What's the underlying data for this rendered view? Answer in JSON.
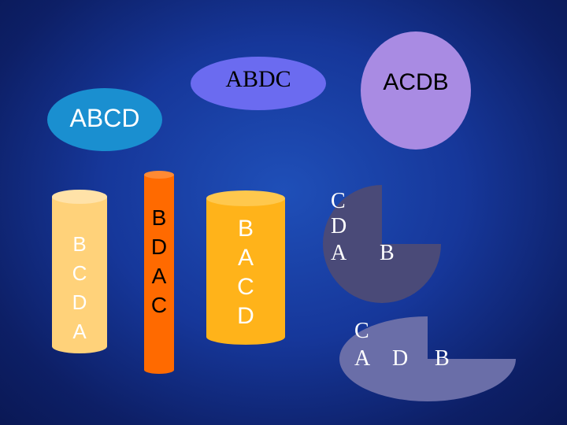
{
  "ellipses": {
    "abdc": {
      "label": "ABDC",
      "color": "#6b6bf0"
    },
    "acdb": {
      "label": "ACDB",
      "color": "#a98be3"
    },
    "abcd": {
      "label": "ABCD",
      "color": "#1a8fd0"
    }
  },
  "cylinders": [
    {
      "letters": [
        "B",
        "C",
        "D",
        "A"
      ],
      "color": "#ffd27a"
    },
    {
      "letters": [
        "B",
        "D",
        "A",
        "C"
      ],
      "color": "#ff6a00"
    },
    {
      "letters": [
        "B",
        "A",
        "C",
        "D"
      ],
      "color": "#ffb31a"
    }
  ],
  "pies": [
    {
      "letters": {
        "c": "C",
        "d": "D",
        "a": "A",
        "b": "B"
      },
      "color": "#4a4a78"
    },
    {
      "letters": {
        "c": "C",
        "a": "A",
        "d": "D",
        "b": "B"
      },
      "color": "#6a6ea8"
    }
  ],
  "colors": {
    "background": "#16379a",
    "text_dark": "#000000",
    "text_light": "#ffffff"
  }
}
